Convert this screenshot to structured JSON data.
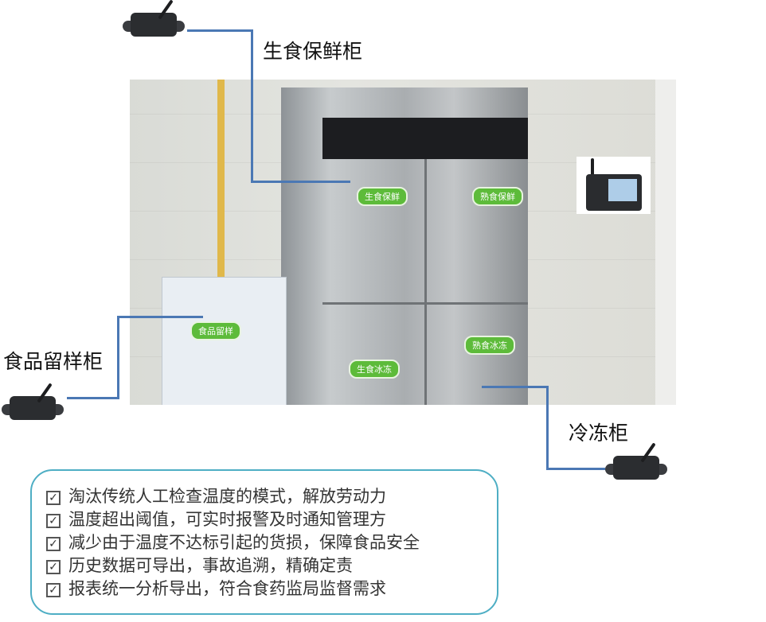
{
  "labels": {
    "fresh": "生食保鲜柜",
    "sample": "食品留样柜",
    "freezer": "冷冻柜"
  },
  "photo_tags": [
    "生食保鲜",
    "熟食保鲜",
    "食品留样",
    "生食冰冻",
    "熟食冰冻"
  ],
  "benefits": [
    "淘汰传统人工检查温度的模式，解放劳动力",
    "温度超出阈值，可实时报警及时通知管理方",
    "减少由于温度不达标引起的货损，保障食品安全",
    "历史数据可导出，事故追溯，精确定责",
    "报表统一分析导出，符合食药监局监督需求"
  ],
  "check_glyph": "✓",
  "colors": {
    "line": "#4b78b4",
    "box_border": "#4eaec4",
    "tag": "#5dbb3a"
  }
}
